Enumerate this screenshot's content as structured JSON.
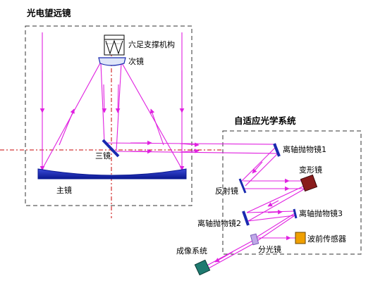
{
  "telescope": {
    "title": "光电望远镜",
    "support_label": "六足支撑机构",
    "secondary_label": "次镜",
    "tertiary_label": "三镜",
    "primary_label": "主镜"
  },
  "adaptive_optics": {
    "title": "自适应光学系统",
    "oap1_label": "离轴抛物镜1",
    "deformable_label": "变形镜",
    "reflector_label": "反射镜",
    "oap2_label": "离轴抛物镜2",
    "oap3_label": "离轴抛物镜3",
    "wavefront_label": "波前传感器",
    "splitter_label": "分光镜",
    "imaging_label": "成像系统"
  },
  "colors": {
    "ray": "#e020e0",
    "mirror": "#1a2ab0",
    "axis": "#c80000",
    "frame": "#333333",
    "deformable_mirror": "#8a1c1c",
    "wavefront_sensor": "#f0a000",
    "imaging_system": "#1f7a70",
    "splitter": "#c0a8e8"
  }
}
